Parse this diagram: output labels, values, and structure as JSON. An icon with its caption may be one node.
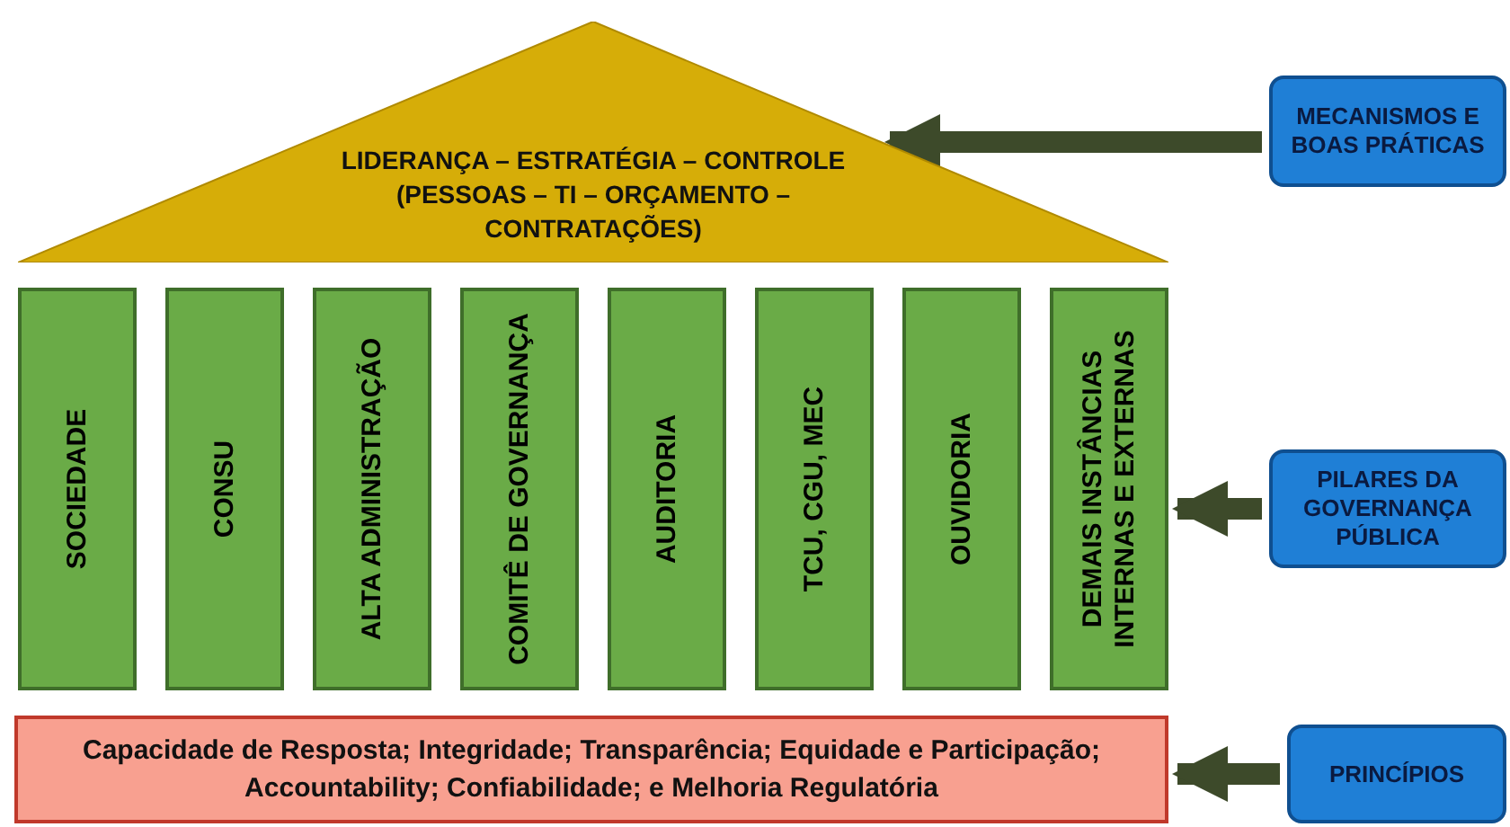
{
  "diagram": {
    "nodes": [
      {
        "text": [
          "LIDERANÇA – ESTRATÉGIA – CONTROLE (PESSOAS – TI – ORÇAMENTO – CONTRATAÇÕES)"
        ]
      },
      {
        "text": [
          "SOCIEDADE"
        ]
      },
      {
        "text": [
          "CONSU"
        ]
      },
      {
        "text": [
          "ALTA ADMINISTRAÇÃO"
        ]
      },
      {
        "text": [
          "COMITÊ DE GOVERNANÇA"
        ]
      },
      {
        "text": [
          "AUDITORIA"
        ]
      },
      {
        "text": [
          "TCU, CGU, MEC"
        ]
      },
      {
        "text": [
          "OUVIDORIA"
        ]
      },
      {
        "text": [
          "DEMAIS INSTÂNCIAS INTERNAS E EXTERNAS"
        ]
      },
      {
        "text": [
          "Capacidade de Resposta; Integridade; Transparência; Equidade e Participação; Accountability; Confiabilidade; e Melhoria Regulatória"
        ]
      },
      {
        "text": [
          "MECANISMOS E BOAS PRÁTICAS"
        ]
      },
      {
        "text": [
          "PILARES DA GOVERNANÇA PÚBLICA"
        ]
      },
      {
        "text": [
          "PRINCÍPIOS"
        ]
      }
    ],
    "edges": [
      {
        "from": 10,
        "to": 0,
        "arrow": "to"
      },
      {
        "from": 11,
        "to": 8,
        "arrow": "to"
      },
      {
        "from": 12,
        "to": 9,
        "arrow": "to"
      }
    ]
  }
}
